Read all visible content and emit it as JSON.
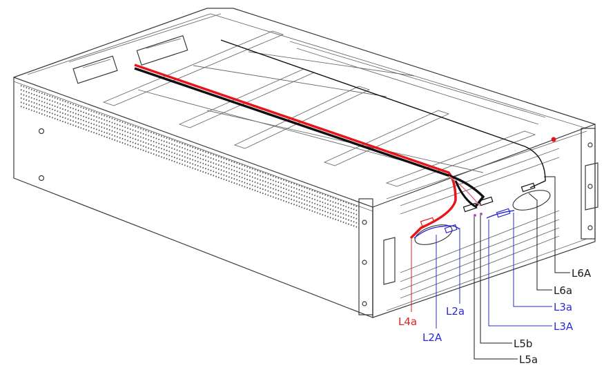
{
  "colors": {
    "outline": "#3a3a3a",
    "black_label": "#1a1a1a",
    "red_label": "#e0201c",
    "blue_label": "#2a2ad0",
    "red_cable": "#e8141b",
    "black_cable": "#101010",
    "pink_cable": "#e8708c"
  },
  "callouts": {
    "L6A": {
      "text": "L6A",
      "color": "black"
    },
    "L6a": {
      "text": "L6a",
      "color": "black"
    },
    "L3a": {
      "text": "L3a",
      "color": "blue"
    },
    "L3A": {
      "text": "L3A",
      "color": "blue"
    },
    "L5b": {
      "text": "L5b",
      "color": "black"
    },
    "L5a": {
      "text": "L5a",
      "color": "black"
    },
    "L2a": {
      "text": "L2a",
      "color": "blue"
    },
    "L4a": {
      "text": "L4a",
      "color": "red"
    },
    "L2A": {
      "text": "L2A",
      "color": "blue"
    }
  }
}
